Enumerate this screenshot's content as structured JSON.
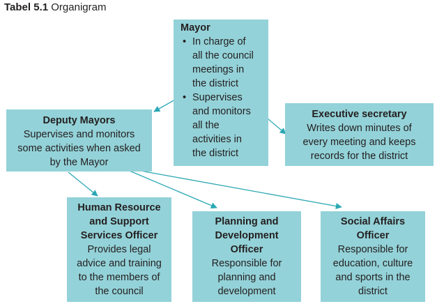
{
  "caption": {
    "number": "Tabel 5.1",
    "title": "Organigram"
  },
  "mayor": {
    "title": "Mayor",
    "bullets": [
      [
        "In charge of",
        "all the council",
        "meetings in",
        "the district"
      ],
      [
        "Supervises",
        "and monitors",
        "all the",
        "activities in",
        "the district"
      ]
    ]
  },
  "deputy": {
    "title": "Deputy Mayors",
    "lines": [
      "Supervises and monitors",
      "some activities when asked",
      "by the Mayor"
    ]
  },
  "executive": {
    "title": "Executive secretary",
    "lines": [
      "Writes down minutes of",
      "every meeting and keeps",
      "records for the district"
    ]
  },
  "hr": {
    "title_lines": [
      "Human Resource",
      "and Support",
      "Services Officer"
    ],
    "lines": [
      "Provides legal",
      "advice and training",
      "to the members of",
      "the council"
    ]
  },
  "planning": {
    "title_lines": [
      "Planning and",
      "Development",
      "Officer"
    ],
    "lines": [
      "Responsible for",
      "planning and",
      "development"
    ]
  },
  "social": {
    "title_lines": [
      "Social Affairs",
      "Officer"
    ],
    "lines": [
      "Responsible for",
      "education, culture",
      "and sports in the",
      "district"
    ]
  },
  "colors": {
    "box": "#93d2d8",
    "arrow": "#2aa8b4",
    "text": "#231f20"
  }
}
